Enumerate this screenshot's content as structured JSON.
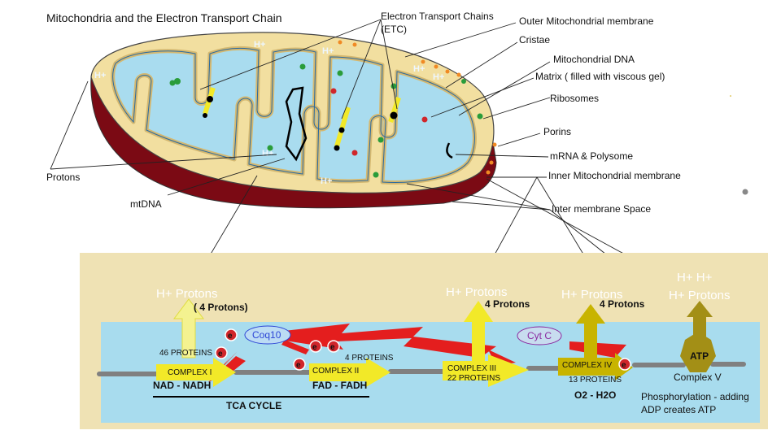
{
  "title": "Mitochondria and the Electron Transport Chain",
  "labels": {
    "etc_line1": "Electron Transport Chains",
    "etc_line2": "(ETC)",
    "outer_membrane": "Outer Mitochondrial membrane",
    "cristae": "Cristae",
    "mito_dna": "Mitochondrial DNA",
    "matrix": "Matrix ( filled with viscous gel)",
    "ribosomes": "Ribosomes",
    "porins": "Porins",
    "mrna": "mRNA & Polysome",
    "inner_membrane": "Inner Mitochondrial membrane",
    "inter_membrane": "Inter membrane Space",
    "protons": "Protons",
    "mtdna": "mtDNA"
  },
  "proton_marks": [
    "H+",
    "H+",
    "H+",
    "H+",
    "H+",
    "H+",
    "H+"
  ],
  "etc": {
    "h_protons_1": "H+ Protons",
    "four_protons_1": "( 4 Protons)",
    "h_protons_2": "H+ Protons",
    "four_protons_2": "4 Protons",
    "h_protons_3": "H+ Protons",
    "four_protons_3": "4 Protons",
    "hh": "H+   H+",
    "h_protons_4": "H+ Protons",
    "coq10": "Coq10",
    "cytc": "Cyt C",
    "complex1": "COMPLEX I",
    "complex1_proteins": "46 PROTEINS",
    "complex2": "COMPLEX II",
    "complex2_proteins": "4 PROTEINS",
    "complex3": "COMPLEX III",
    "complex3_proteins": "22 PROTEINS",
    "complex4": "COMPLEX IV",
    "complex4_proteins": "13 PROTEINS",
    "atp": "ATP",
    "complex5": "Complex V",
    "nad": "NAD - NADH",
    "fad": "FAD - FADH",
    "o2": "O2 - H2O",
    "tca": "TCA CYCLE",
    "phos1": "Phosphorylation - adding",
    "phos2": "ADP creates ATP",
    "electron": "e"
  },
  "colors": {
    "outer_membrane": "#f2dfa0",
    "matrix": "#a9dcef",
    "cut_face": "#7b0a14",
    "etc_panel": "#efe2b4",
    "etc_inner": "#a8dcee",
    "complex_yellow": "#f2e928",
    "complex_olive": "#c8b400",
    "atp_synthase": "#a38f16",
    "electron": "#d0262b",
    "red_flow": "#e41e1e"
  }
}
